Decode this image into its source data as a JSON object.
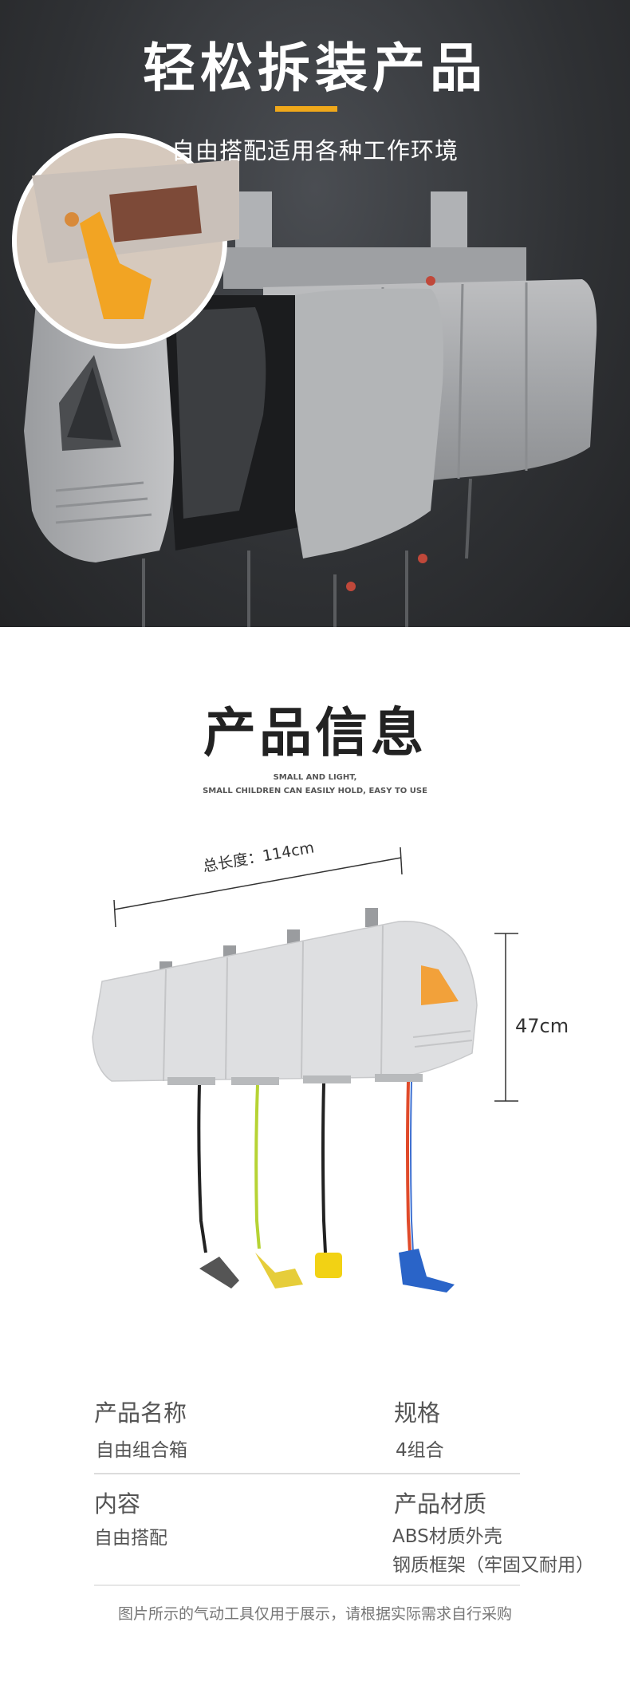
{
  "hero": {
    "title": "轻松拆装产品",
    "subtitle": "自由搭配适用各种工作环境",
    "accent_color": "#f0a81a"
  },
  "info": {
    "title": "产品信息",
    "subtitle_line1": "SMALL AND LIGHT,",
    "subtitle_line2": "SMALL CHILDREN CAN EASILY HOLD, EASY TO USE"
  },
  "dimensions": {
    "length": "总长度：114cm",
    "height": "47cm"
  },
  "specs": [
    {
      "label": "产品名称",
      "value": "自由组合箱"
    },
    {
      "label": "规格",
      "value": "4组合"
    },
    {
      "label": "内容",
      "value": "自由搭配"
    },
    {
      "label": "产品材质",
      "value": "ABS材质外壳",
      "value2": "钢质框架（牢固又耐用）"
    }
  ],
  "disclaimer": "图片所示的气动工具仅用于展示，请根据实际需求自行采购",
  "hose_colors": [
    "#222222",
    "#b6d334",
    "#222222",
    "#e04a2a"
  ]
}
